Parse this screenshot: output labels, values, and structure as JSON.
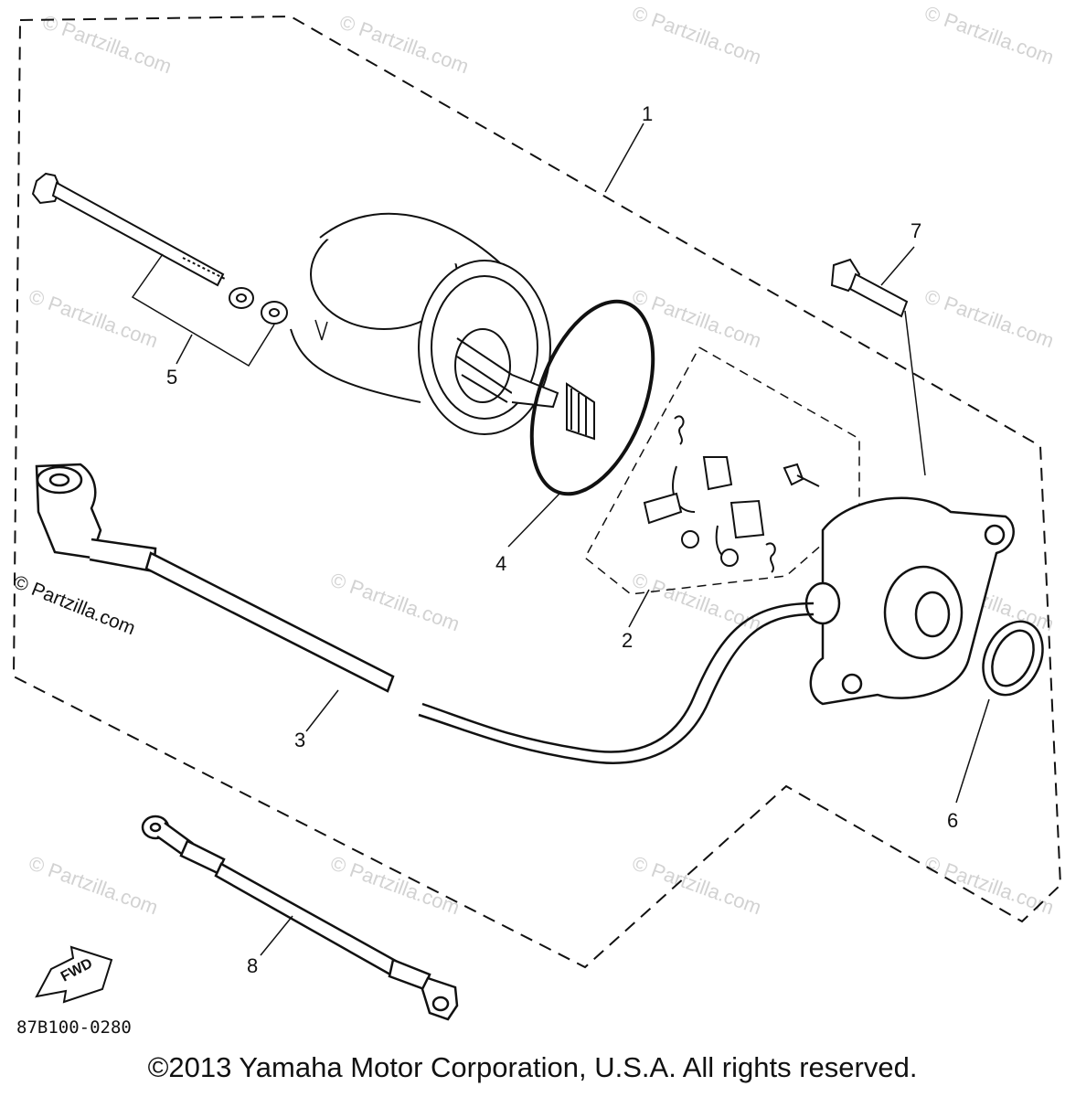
{
  "callouts": {
    "c1": "1",
    "c2": "2",
    "c3": "3",
    "c4": "4",
    "c5": "5",
    "c6": "6",
    "c7": "7",
    "c8": "8"
  },
  "fwd_label": "FWD",
  "diagram_code": "87B100-0280",
  "watermark": "© Partzilla.com",
  "copyright": "©2013 Yamaha Motor Corporation, U.S.A. All rights reserved."
}
